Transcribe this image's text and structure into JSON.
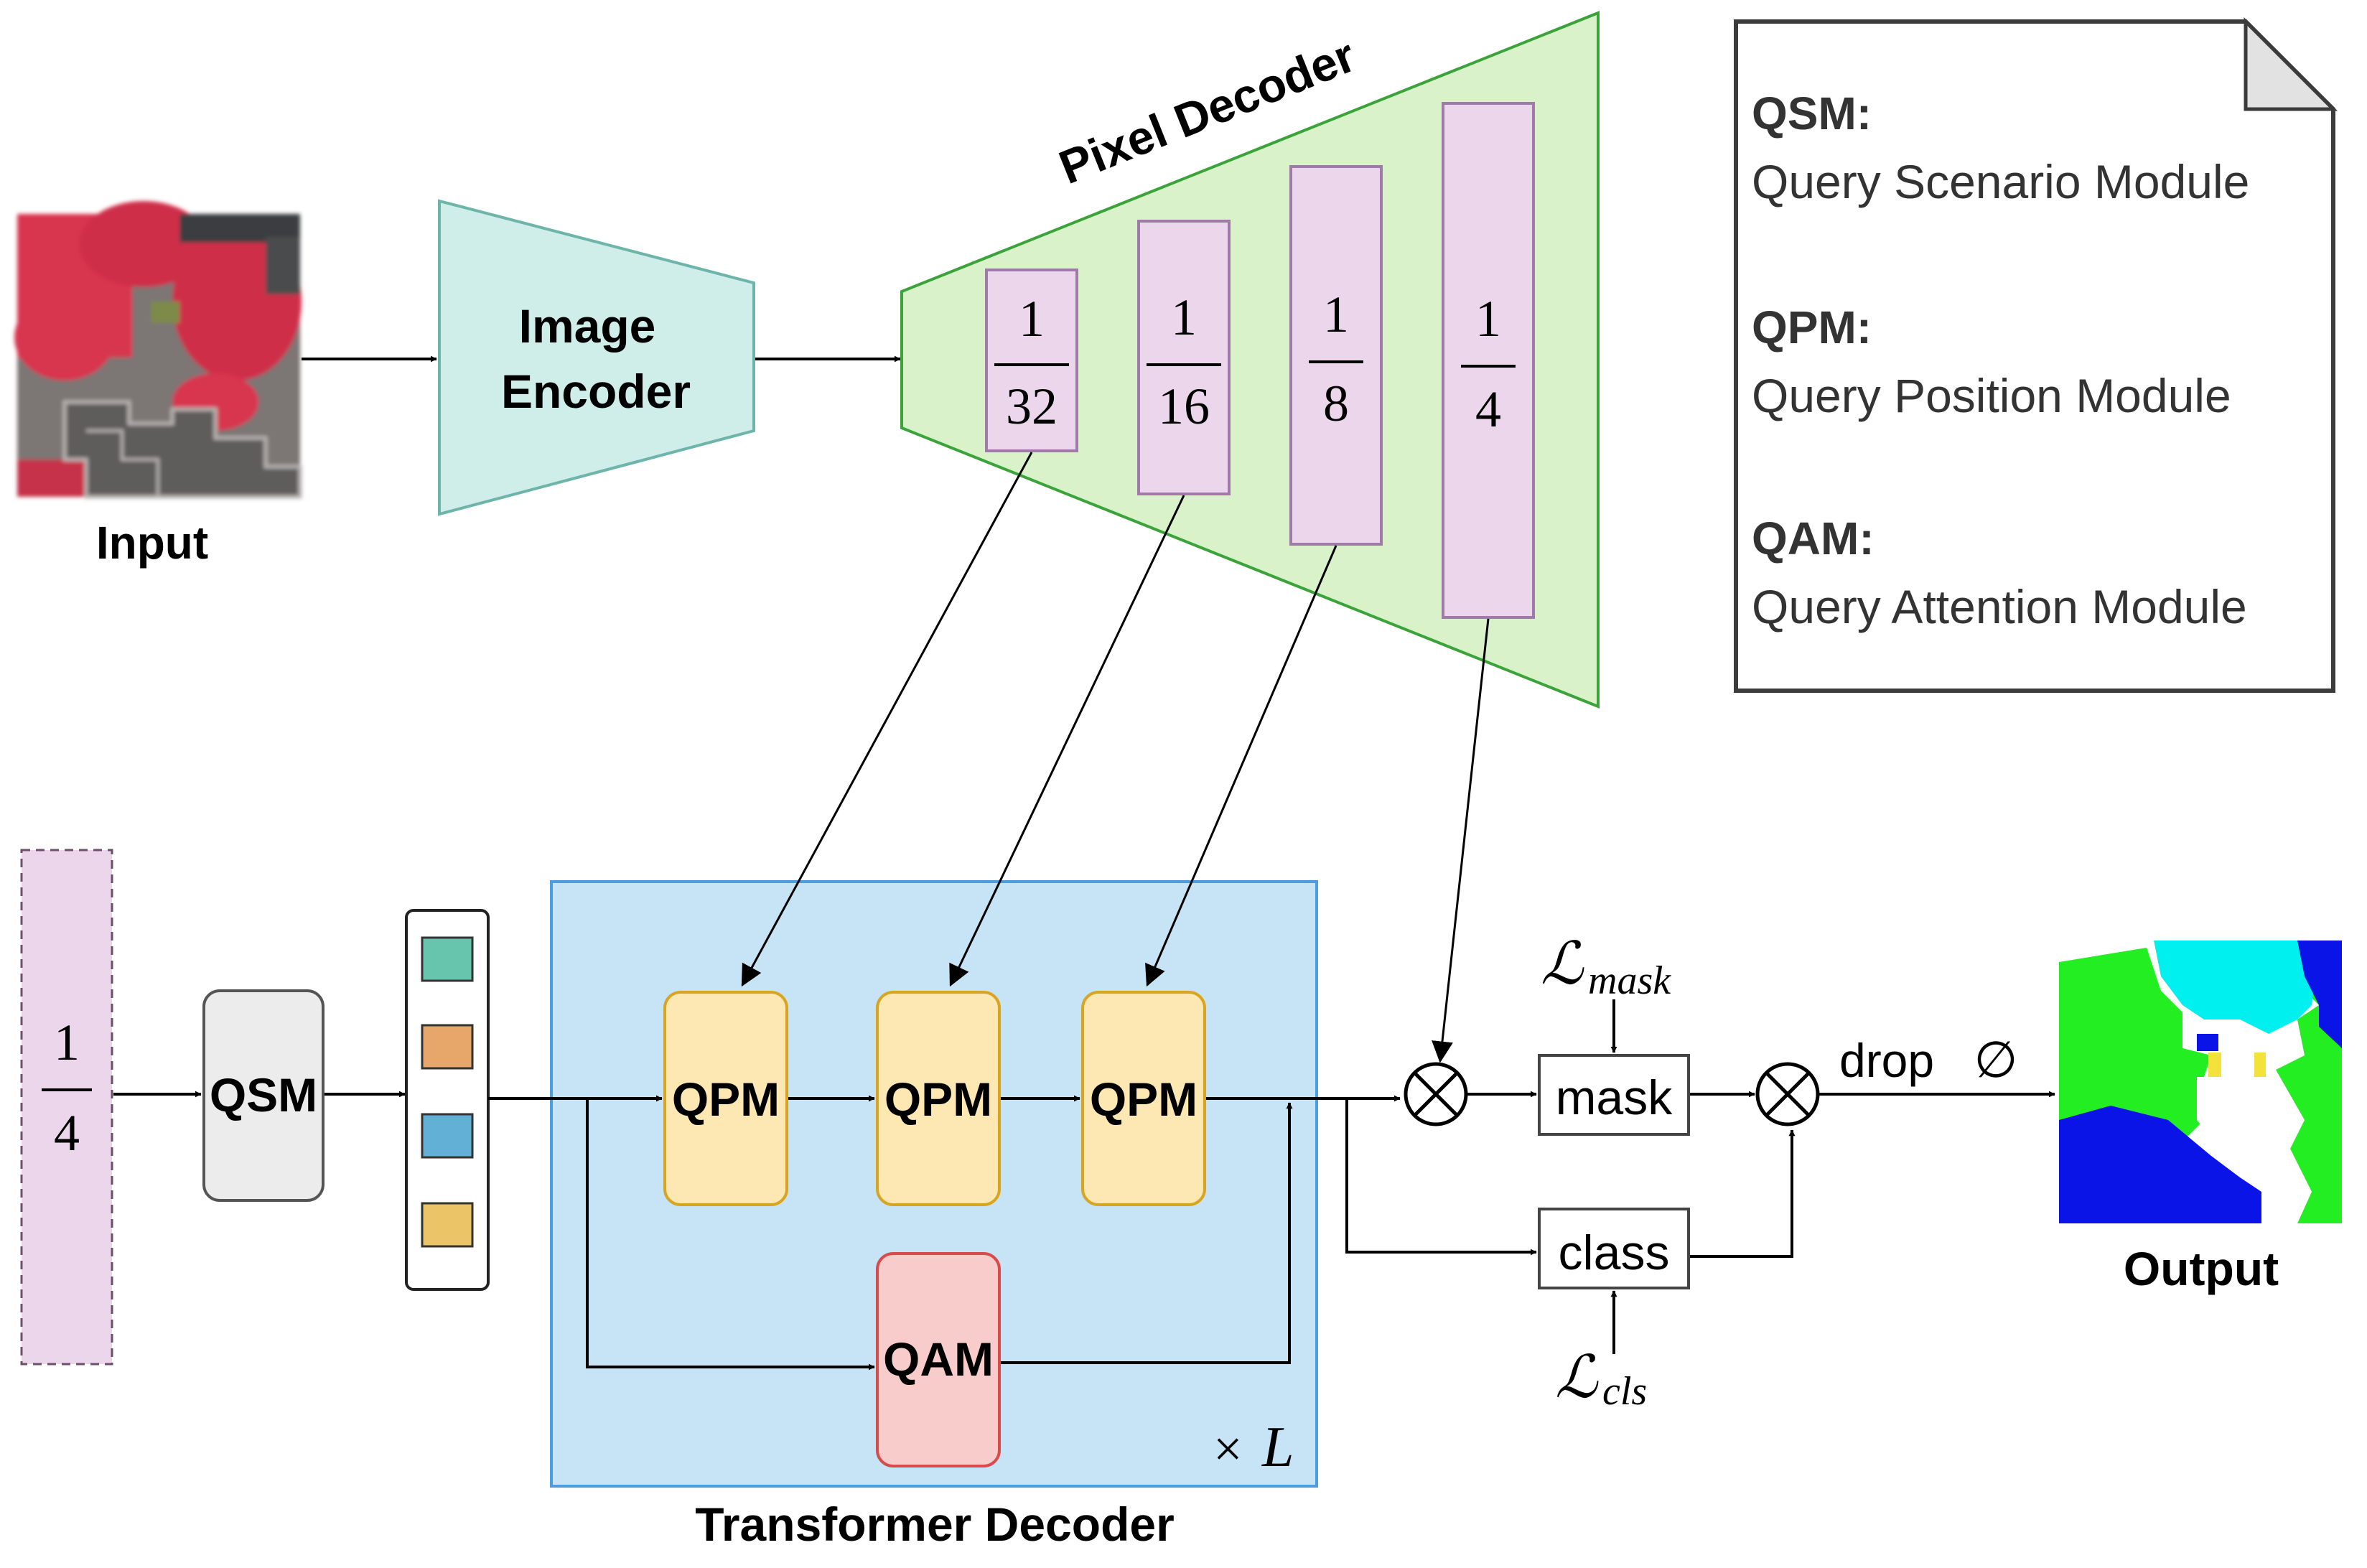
{
  "input": {
    "label": "Input"
  },
  "image_encoder": {
    "line1": "Image",
    "line2": "Encoder"
  },
  "pixel_decoder": {
    "title": "Pixel Decoder",
    "features": [
      {
        "numerator": "1",
        "denominator": "32"
      },
      {
        "numerator": "1",
        "denominator": "16"
      },
      {
        "numerator": "1",
        "denominator": "8"
      },
      {
        "numerator": "1",
        "denominator": "4"
      }
    ]
  },
  "legend": {
    "items": [
      {
        "abbr": "QSM:",
        "full": "Query Scenario Module"
      },
      {
        "abbr": "QPM:",
        "full": "Query Position Module"
      },
      {
        "abbr": "QAM:",
        "full": "Query Attention Module"
      }
    ]
  },
  "query_input": {
    "numerator": "1",
    "denominator": "4"
  },
  "qsm": {
    "label": "QSM"
  },
  "query_tokens": {
    "colors": [
      "#67c5ae",
      "#e8a76a",
      "#62b0d6",
      "#ecc468"
    ]
  },
  "transformer_decoder": {
    "title": "Transformer Decoder",
    "repeat": "×",
    "repeat_var": "L",
    "qpm_labels": [
      "QPM",
      "QPM",
      "QPM"
    ],
    "qam_label": "QAM"
  },
  "outputs": {
    "mask_label": "mask",
    "class_label": "class",
    "loss_mask": {
      "symbol": "ℒ",
      "sub": "mask"
    },
    "loss_cls": {
      "symbol": "ℒ",
      "sub": "cls"
    },
    "drop_label": "drop",
    "empty_symbol": "∅",
    "output_label": "Output"
  },
  "colors": {
    "encoder_fill": "#cfeee9",
    "encoder_stroke": "#6db4aa",
    "decoder_fill": "#d9f2c9",
    "decoder_stroke": "#3aa33a",
    "feature_fill": "#ecd6ec",
    "feature_stroke": "#a07aa8",
    "transformer_fill": "#c6e4f6",
    "transformer_stroke": "#4a9ee0",
    "qpm_fill": "#fde7b2",
    "qpm_stroke": "#d9a520",
    "qam_fill": "#f9cccc",
    "qam_stroke": "#d94a4a",
    "qsm_fill": "#ececec"
  }
}
